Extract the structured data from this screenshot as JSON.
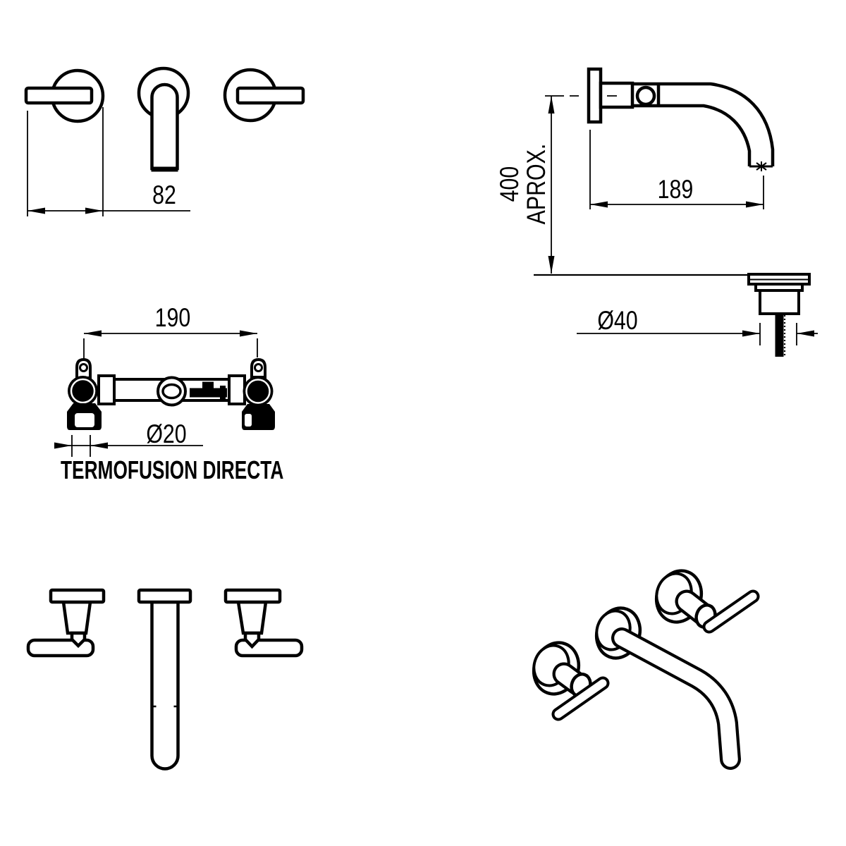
{
  "page": {
    "background_color": "#ffffff",
    "line_color": "#000000"
  },
  "front_view": {
    "width_dim": "82"
  },
  "side_view": {
    "height_value": "400",
    "height_qualifier": "APROX.",
    "reach_dim": "189"
  },
  "drain_view": {
    "diameter_dim": "Ø40"
  },
  "rough_in_view": {
    "spacing_dim": "190",
    "pipe_diameter_dim": "Ø20",
    "installation_label": "TERMOFUSION DIRECTA"
  }
}
